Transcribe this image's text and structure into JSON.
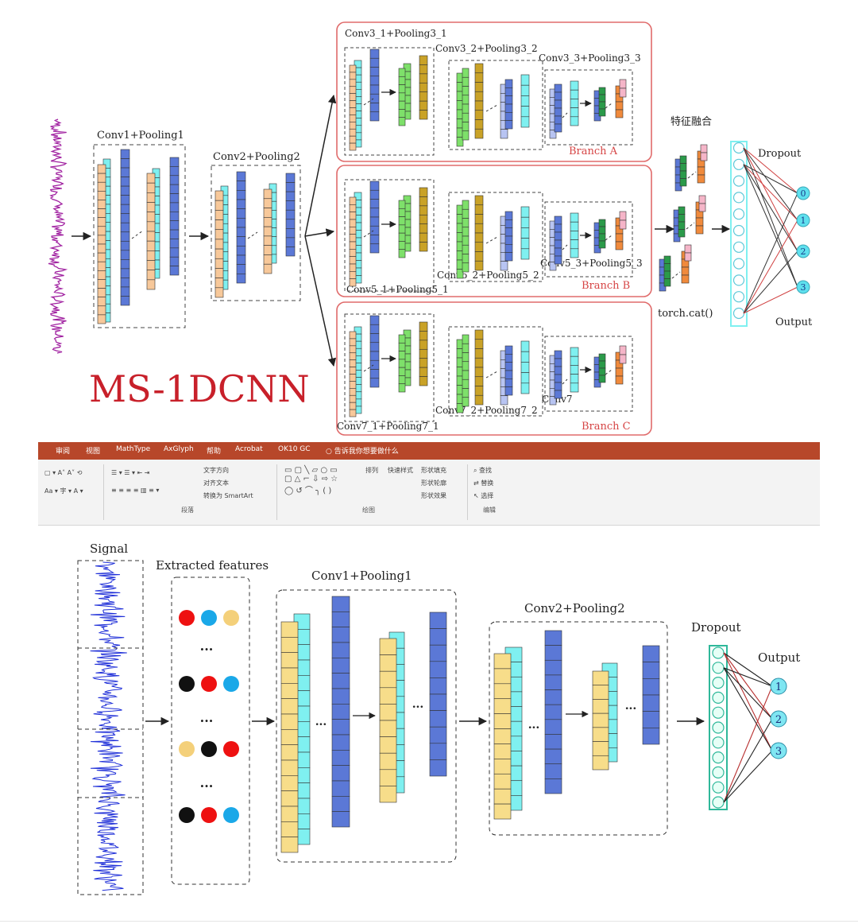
{
  "top": {
    "title": "MS-1DCNN",
    "conv1": "Conv1+Pooling1",
    "conv2": "Conv2+Pooling2",
    "branch_a": {
      "name": "Branch A",
      "l1": "Conv3_1+Pooling3_1",
      "l2": "Conv3_2+Pooling3_2",
      "l3": "Conv3_3+Pooling3_3"
    },
    "branch_b": {
      "name": "Branch B",
      "l1": "Conv5_1+Pooling5_1",
      "l2": "Conv5_2+Pooling5_2",
      "l3": "Conv5_3+Pooling5_3"
    },
    "branch_c": {
      "name": "Branch C",
      "l1": "Conv7_1+Pooling7_1",
      "l2": "Conv7_2+Pooling7_2",
      "l3": "Conv7"
    },
    "fusion": "特征融合",
    "concat": "torch.cat()",
    "dropout": "Dropout",
    "output": "Output",
    "outputs": [
      "0",
      "1",
      "2",
      "3"
    ]
  },
  "ribbon": {
    "tabs": [
      "审阅",
      "视图",
      "MathType",
      "AxGlyph",
      "帮助",
      "Acrobat",
      "OK10 GC",
      "告诉我你想要做什么"
    ],
    "tools": [
      "文字方向",
      "对齐文本",
      "转换为 SmartArt",
      "排列",
      "快速样式",
      "形状填充",
      "形状轮廓",
      "形状效果",
      "查找",
      "替换",
      "选择"
    ],
    "groups": [
      "段落",
      "绘图",
      "编辑"
    ],
    "accent": "#b7472a"
  },
  "bottom": {
    "signal": "Signal",
    "features": "Extracted features",
    "conv1": "Conv1+Pooling1",
    "conv2": "Conv2+Pooling2",
    "dropout": "Dropout",
    "output": "Output",
    "outputs": [
      "1",
      "2",
      "3"
    ],
    "dots": "..."
  },
  "colors": {
    "orange": "#f7c89a",
    "cyan": "#7ff0f0",
    "blue": "#5b78d6",
    "green": "#7ee06a",
    "gold": "#c9a227",
    "lavender": "#b8c4f2",
    "red_frame": "#e06b6b",
    "yellow": "#f7dd8a",
    "output_cyan": "#5ee0ee"
  }
}
